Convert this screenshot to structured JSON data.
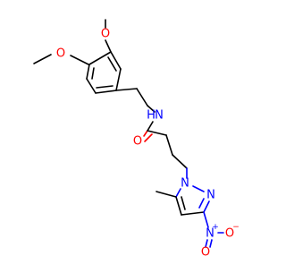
{
  "molecule": {
    "atom_labels": {
      "o_methoxy_top": "O",
      "o_methoxy_left": "O",
      "n_amide": "N",
      "h_amide": "H",
      "o_carbonyl": "O",
      "n_pyrazole_1": "N",
      "n_pyrazole_2": "N",
      "n_nitro": "N",
      "n_nitro_charge": "+",
      "o_nitro_right": "O",
      "o_nitro_right_charge": "−",
      "o_nitro_down": "O"
    },
    "colors": {
      "carbon": "#000000",
      "nitrogen": "#0000ff",
      "oxygen": "#ff0000",
      "background": "#ffffff"
    }
  }
}
